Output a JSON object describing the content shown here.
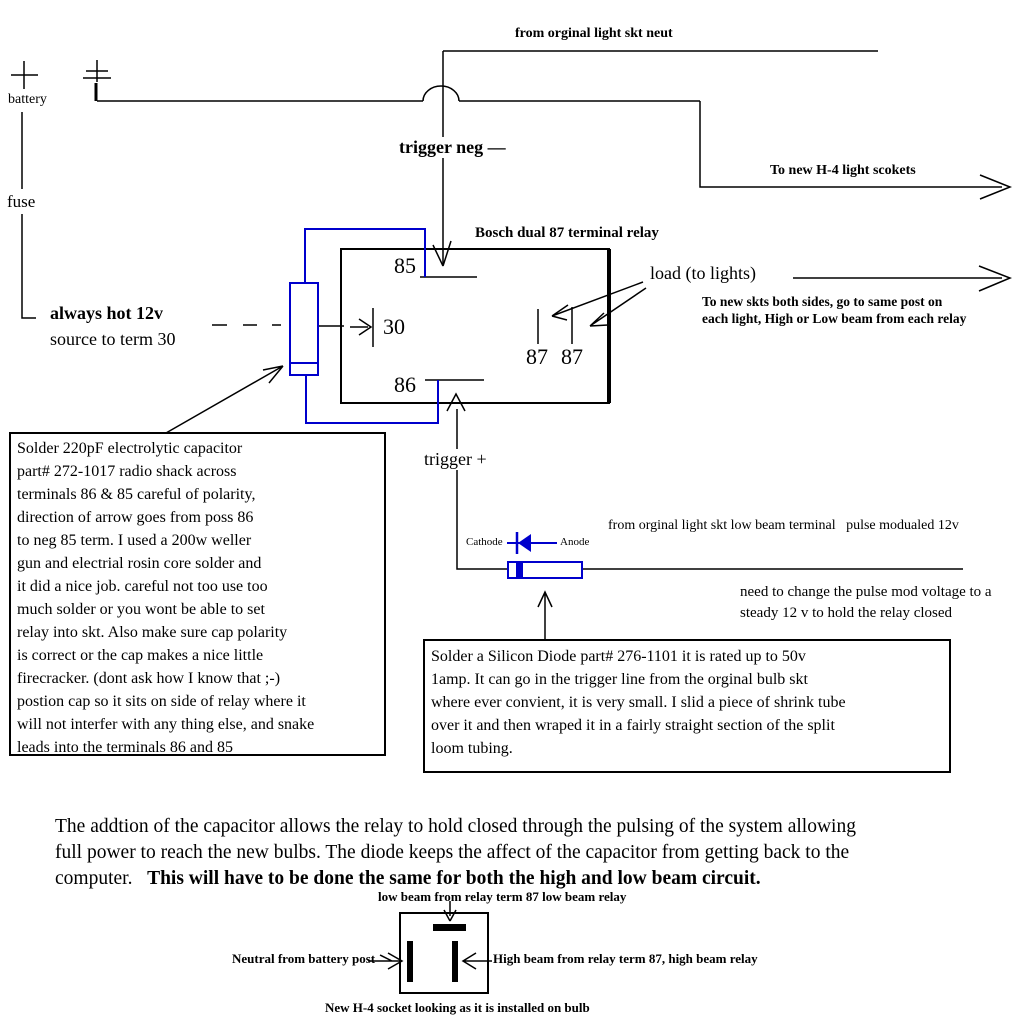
{
  "colors": {
    "wire": "#000000",
    "component_blue": "#0000cc",
    "background": "#ffffff"
  },
  "top": {
    "neutral_feed_label": "from orginal light skt neut",
    "battery_plus": "+",
    "battery_label": "battery",
    "fuse_label": "fuse",
    "trigger_neg_label": "trigger neg —",
    "to_new_sockets_label": "To new H-4 light scokets"
  },
  "relay": {
    "title": "Bosch dual 87 terminal relay",
    "terminal_85": "85",
    "terminal_30": "30",
    "terminal_86": "86",
    "terminal_87_left": "87",
    "terminal_87_right": "87",
    "load_label": "load (to lights)",
    "load_note": "To new skts both sides, go to same post on\neach light, High or Low beam from each relay",
    "always_hot_line1": "always hot 12v",
    "always_hot_line2": "source to term 30",
    "trigger_pos_label": "trigger +"
  },
  "capacitor": {
    "note": "Solder 220pF electrolytic capacitor\npart# 272-1017 radio shack across\nterminals 86 & 85 careful of polarity,\ndirection of arrow goes from poss 86\nto neg 85 term. I used a 200w weller\ngun and electrial rosin core solder and\nit did a nice job. careful not too use too\nmuch solder or you wont be able to set\nrelay into skt. Also make sure cap polarity\nis correct or the cap makes a nice little\nfirecracker. (dont ask how I know that ;-)\npostion cap so it sits on side of relay where it\nwill not interfer with any thing else, and snake\nleads into the terminals 86 and 85"
  },
  "diode": {
    "cathode_label": "Cathode",
    "anode_label": "Anode",
    "feed_label": "from orginal light skt low beam terminal   pulse modualed 12v",
    "pulse_note": "need to change the pulse mod voltage to a\nsteady 12 v to hold the relay closed",
    "note": "Solder a Silicon Diode part# 276-1101 it is rated up to 50v\n1amp. It can go in the trigger line from the orginal bulb skt\nwhere ever convient, it is very small. I slid a piece of shrink tube\nover it and then wraped it in a fairly straight section of the split\nloom tubing."
  },
  "summary": {
    "normal": "The addtion of the capacitor allows the relay to hold closed through the pulsing of the system allowing\nfull power to reach the new bulbs. The diode keeps the affect of the capacitor from getting back to the\ncomputer.   ",
    "bold": "This will have to be done the same for both the high and low beam circuit."
  },
  "socket": {
    "low_beam_label": "low beam from relay term 87 low beam relay",
    "neutral_label": "Neutral from battery post",
    "high_beam_label": "High beam from relay term 87, high beam relay",
    "caption": "New H-4 socket looking as it is installed on bulb"
  }
}
